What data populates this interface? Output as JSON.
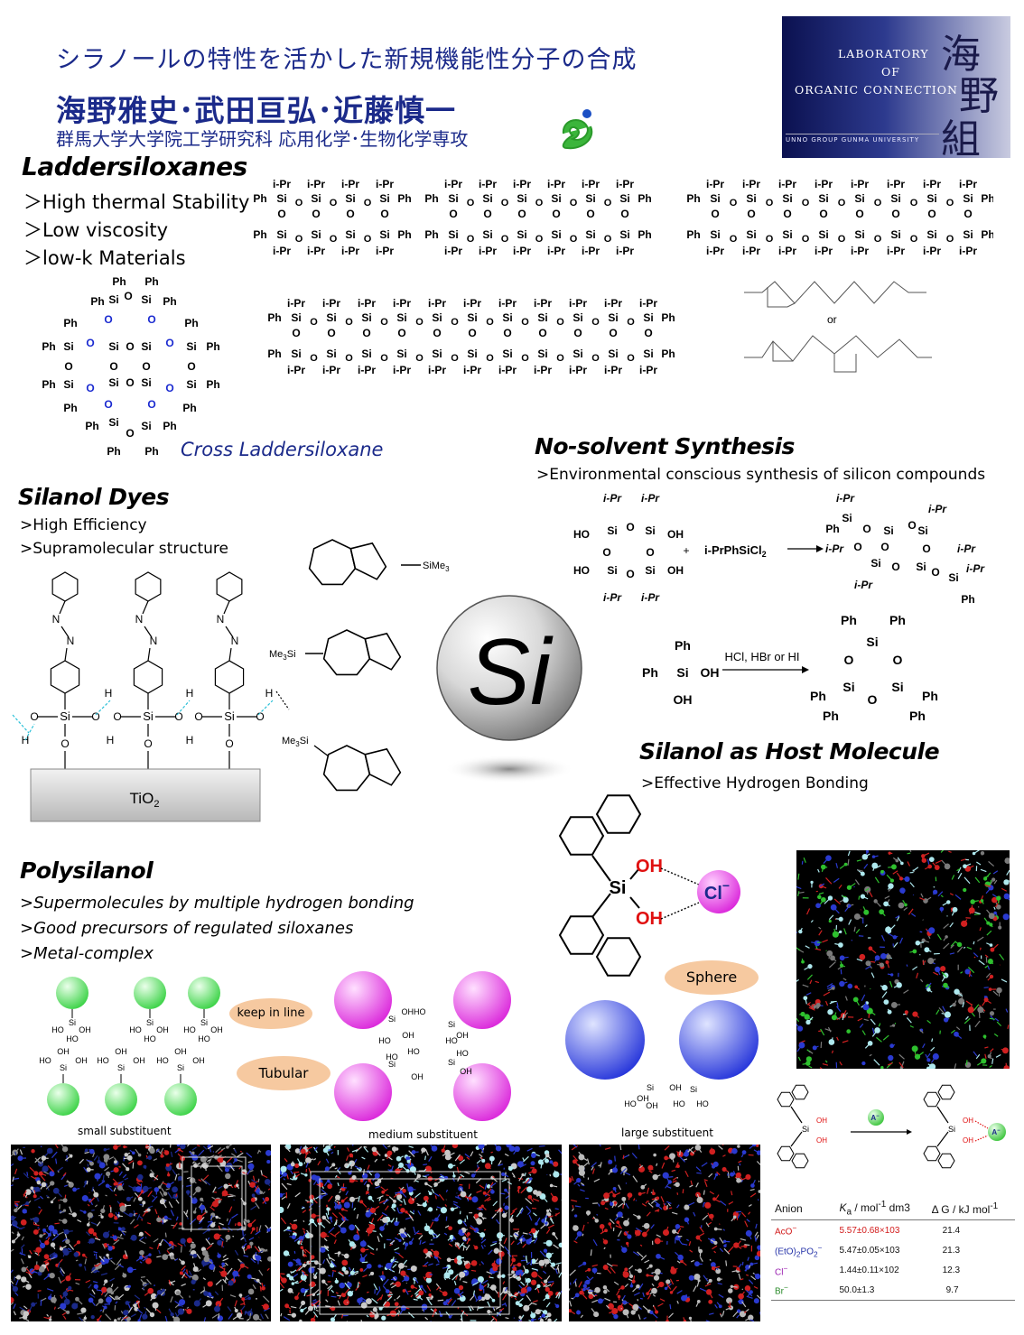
{
  "header": {
    "title": "シラノールの特性を活かした新規機能性分子の合成",
    "authors": "海野雅史･武田亘弘･近藤慎一",
    "affiliation": "群馬大学大学院工学研究科 応用化学･生物化学専攻"
  },
  "logo": {
    "line1": "LABORATORY",
    "line2": "OF",
    "line3": "ORGANIC CONNECTION",
    "footer": "UNNO GROUP   GUNMA UNIVERSITY",
    "kanji": [
      "海",
      "野",
      "組"
    ]
  },
  "laddersiloxanes": {
    "heading": "Laddersiloxanes",
    "bullets": [
      "＞High thermal Stability",
      "＞Low viscosity",
      "＞low-k Materials"
    ],
    "cross_label": "Cross Laddersiloxane",
    "or_label": "or"
  },
  "no_solvent": {
    "heading": "No-solvent Synthesis",
    "bullet": ">Environmental conscious synthesis of silicon compounds",
    "reagent": "i-PrPhSiCl",
    "reagent_sub": "2",
    "plus": "+",
    "acid_reagent": "HCl, HBr or HI"
  },
  "silanol_dyes": {
    "heading": "Silanol Dyes",
    "bullets": [
      ">High Efficiency",
      ">Supramolecular structure"
    ],
    "substrate": "TiO",
    "substrate_sub": "2",
    "sime3_1": "SiMe",
    "sime3_1_sub": "3",
    "sime3_2": "Me",
    "sime3_2_sub": "3",
    "sime3_2_tail": "Si",
    "sime3_3": "Me",
    "sime3_3_sub": "3",
    "sime3_3_tail": "Si"
  },
  "si_sphere": {
    "label": "Si"
  },
  "host": {
    "heading": "Silanol as Host Molecule",
    "bullet": ">Effective Hydrogen Bonding",
    "oh": "OH",
    "si": "Si",
    "anion": "Cl",
    "anion_charge": "−",
    "guest_label": "A",
    "guest_charge": "−"
  },
  "polysilanol": {
    "heading": "Polysilanol",
    "bullets": [
      ">Supermolecules by multiple hydrogen bonding",
      ">Good precursors of regulated siloxanes",
      ">Metal-complex"
    ],
    "bubble_keep": "keep in line",
    "bubble_tubular": "Tubular",
    "bubble_sphere": "Sphere",
    "cap_small": "small substituent",
    "cap_medium": "medium substituent",
    "cap_large": "large substituent"
  },
  "ka_table": {
    "headers": [
      "Anion",
      "K",
      "a",
      " / mol",
      "-1",
      " dm3",
      "Δ G / kJ mol",
      "-1"
    ],
    "rows": [
      {
        "anion": "AcO",
        "sup": "−",
        "ka": "5.57±0.68×103",
        "dg": "21.4",
        "color": "#d21a1a"
      },
      {
        "anion": "(EtO)",
        "sub": "2",
        "anion2": "PO",
        "sub2": "2",
        "sup": "−",
        "ka": "5.47±0.05×103",
        "dg": "21.3",
        "color": "#2432a8"
      },
      {
        "anion": "Cl",
        "sup": "−",
        "ka": "1.44±0.11×102",
        "dg": "12.3",
        "color": "#9a1fb0"
      },
      {
        "anion": "Br",
        "sup": "−",
        "ka": "50.0±1.3",
        "dg": "9.7",
        "color": "#2a8a2a"
      }
    ]
  },
  "colors": {
    "navy": "#1b2a8a",
    "green_sphere": "#3ee04a",
    "magenta_sphere": "#e637e6",
    "blue_sphere": "#2a3ae0",
    "bubble": "#f6c9a0"
  }
}
